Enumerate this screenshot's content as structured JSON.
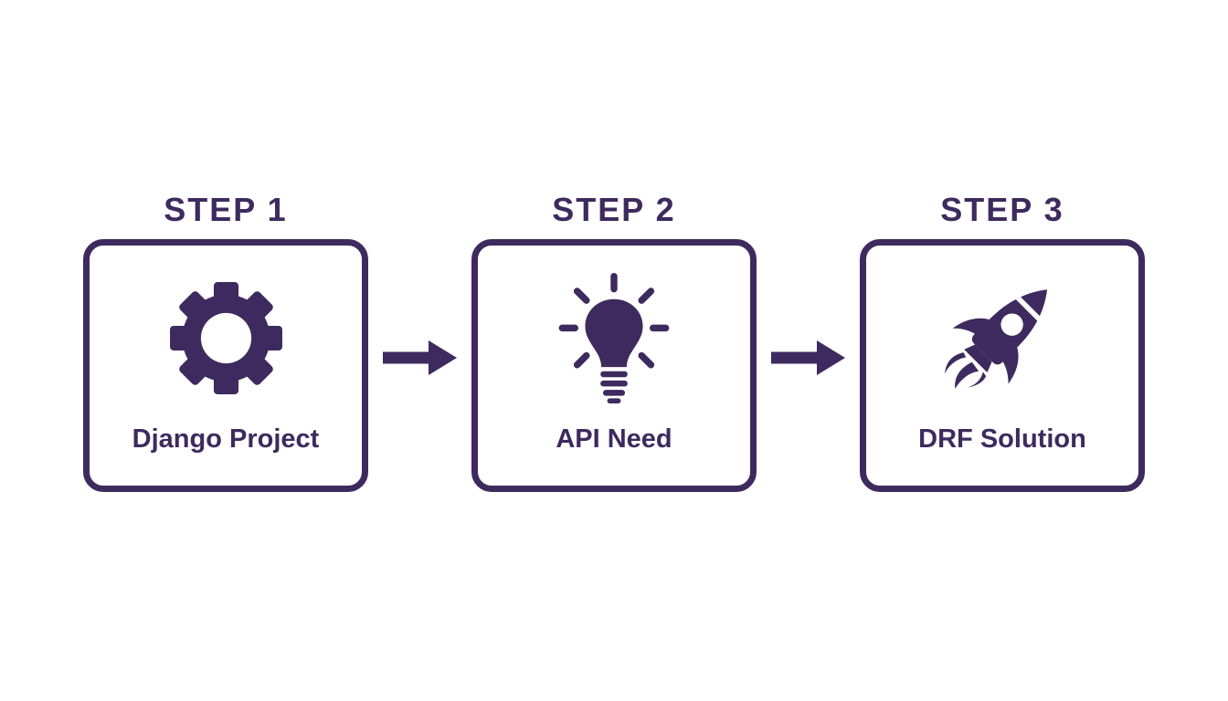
{
  "colors": {
    "accent": "#3E2A5E",
    "background": "#FFFFFF"
  },
  "steps": [
    {
      "title": "STEP 1",
      "label": "Django Project",
      "icon": "gear-icon"
    },
    {
      "title": "STEP 2",
      "label": "API Need",
      "icon": "lightbulb-icon"
    },
    {
      "title": "STEP 3",
      "label": "DRF Solution",
      "icon": "rocket-icon"
    }
  ],
  "connectors": [
    {
      "icon": "arrow-right-icon"
    },
    {
      "icon": "arrow-right-icon"
    }
  ]
}
